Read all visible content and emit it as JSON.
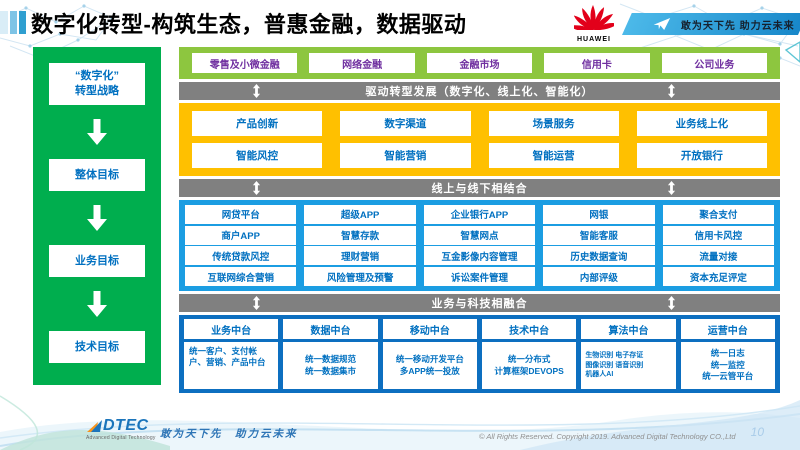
{
  "title": "数字化转型-构筑生态，普惠金融，数据驱动",
  "header": {
    "huawei_word": "HUAWEI",
    "banner_slogan": "敢为天下先 助力云未来"
  },
  "sidebar": {
    "items": [
      "“数字化”\n转型战略",
      "整体目标",
      "业务目标",
      "技术目标"
    ]
  },
  "diagram": {
    "top_row": [
      "零售及小微金融",
      "网络金融",
      "金融市场",
      "信用卡",
      "公司业务"
    ],
    "band1": "驱动转型发展（数字化、线上化、智能化）",
    "yellow_rows": [
      [
        "产品创新",
        "数字渠道",
        "场景服务",
        "业务线上化"
      ],
      [
        "智能风控",
        "智能营销",
        "智能运营",
        "开放银行"
      ]
    ],
    "band2": "线上与线下相结合",
    "blue_rows": [
      [
        "网贷平台",
        "超级APP",
        "企业银行APP",
        "网银",
        "聚合支付"
      ],
      [
        "商户APP",
        "智慧存款",
        "智慧网点",
        "智能客服",
        "信用卡风控"
      ],
      [
        "传统贷款风控",
        "理财营销",
        "互金影像内容管理",
        "历史数据查询",
        "流量对接"
      ],
      [
        "互联网综合营销",
        "风险管理及预警",
        "诉讼案件管理",
        "内部评级",
        "资本充足评定"
      ]
    ],
    "band3": "业务与科技相融合",
    "platforms": [
      {
        "name": "业务中台",
        "items": "统一客户、支付帐户、营销、产品中台"
      },
      {
        "name": "数据中台",
        "items": "统一数据规范\n统一数据集市"
      },
      {
        "name": "移动中台",
        "items": "统一移动开发平台\n多APP统一投放"
      },
      {
        "name": "技术中台",
        "items": "统一分布式\n计算框架DEVOPS"
      },
      {
        "name": "算法中台",
        "items": "生物识别 电子存证\n图像识别 语音识别\n机器人AI"
      },
      {
        "name": "运营中台",
        "items": "统一日志\n统一监控\n统一云管平台"
      }
    ]
  },
  "footer": {
    "logo_word": "DTEC",
    "logo_sub": "Advanced Digital Technology",
    "slogan": "敢为天下先　助力云未来",
    "copyright": "© All Rights Reserved. Copyright 2019. Advanced Digital Technology CO.,Ltd",
    "page_number": "10"
  },
  "icons": {
    "huawei_logo": "huawei-flower-icon",
    "banner_icon": "paper-plane-icon",
    "sidebar_arrows": "down-arrow-icon",
    "band_arrows": "double-vertical-arrow-icon"
  },
  "colors": {
    "sidebar_green": "#00ae4e",
    "band_green": "#8dc63f",
    "band_gray": "#808080",
    "band_yellow": "#ffc000",
    "band_blue": "#1b9de2",
    "band_dark_blue": "#0d6fc0",
    "purple_text": "#7030a0",
    "blue_text": "#0070c0",
    "huawei_red": "#e2001a"
  }
}
